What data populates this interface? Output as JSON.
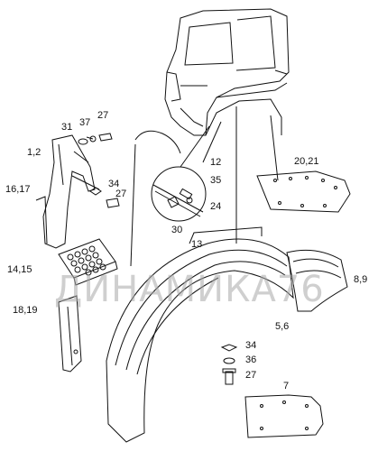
{
  "labels": {
    "l31": "31",
    "l37": "37",
    "l27a": "27",
    "l12": "1,2",
    "l1617": "16,17",
    "l34a": "34",
    "l27b": "27",
    "l12b": "12",
    "l35": "35",
    "l24": "24",
    "l30": "30",
    "l2021": "20,21",
    "l13": "13",
    "l1415": "14,15",
    "l1819": "18,19",
    "l89": "8,9",
    "l56": "5,6",
    "l34b": "34",
    "l36": "36",
    "l27c": "27",
    "l7": "7"
  },
  "watermark": "ДИНАМИКА76",
  "colors": {
    "ink": "#111111",
    "watermark": "#a9a9a9"
  }
}
